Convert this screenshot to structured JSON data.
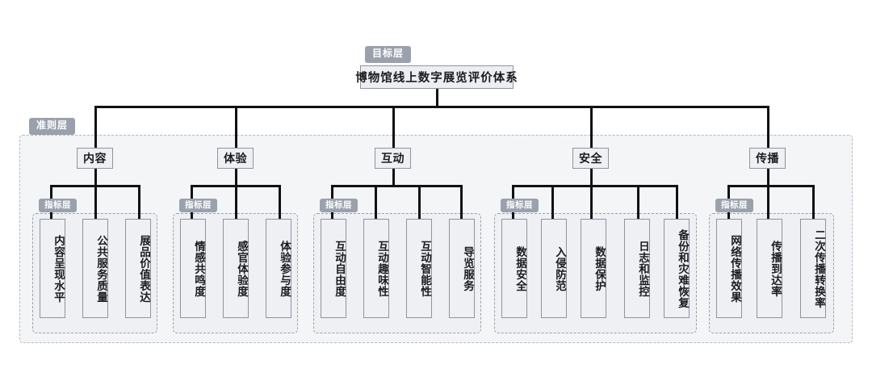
{
  "diagram": {
    "title": "博物馆线上数字展览评价体系",
    "accent_badge_color": "#9ba1ac",
    "node_fill": "#eef0f3",
    "node_border": "#8e949f",
    "container_fill": "#f4f5f7",
    "container_border": "#b4b9c2",
    "line_color": "#111114"
  },
  "layers": {
    "goal": {
      "badge": "目标层",
      "node": "博物馆线上数字展览评价体系"
    },
    "criterion": {
      "badge": "准则层"
    },
    "indicator": {
      "badge": "指标层"
    }
  },
  "branches": [
    {
      "criterion": "内容",
      "indicator_badge": "指标层",
      "indicators": [
        "内容呈现水平",
        "公共服务质量",
        "展品价值表达"
      ]
    },
    {
      "criterion": "体验",
      "indicator_badge": "指标层",
      "indicators": [
        "情感共鸣度",
        "感官体验度",
        "体验参与度"
      ]
    },
    {
      "criterion": "互动",
      "indicator_badge": "指标层",
      "indicators": [
        "互动自由度",
        "互动趣味性",
        "互动智能性",
        "导览服务"
      ]
    },
    {
      "criterion": "安全",
      "indicator_badge": "指标层",
      "indicators": [
        "数据安全",
        "入侵防范",
        "数据保护",
        "日志和监控",
        "备份和灾难恢复"
      ]
    },
    {
      "criterion": "传播",
      "indicator_badge": "指标层",
      "indicators": [
        "网络传播效果",
        "传播到达率",
        "二次传播转换率"
      ]
    }
  ]
}
